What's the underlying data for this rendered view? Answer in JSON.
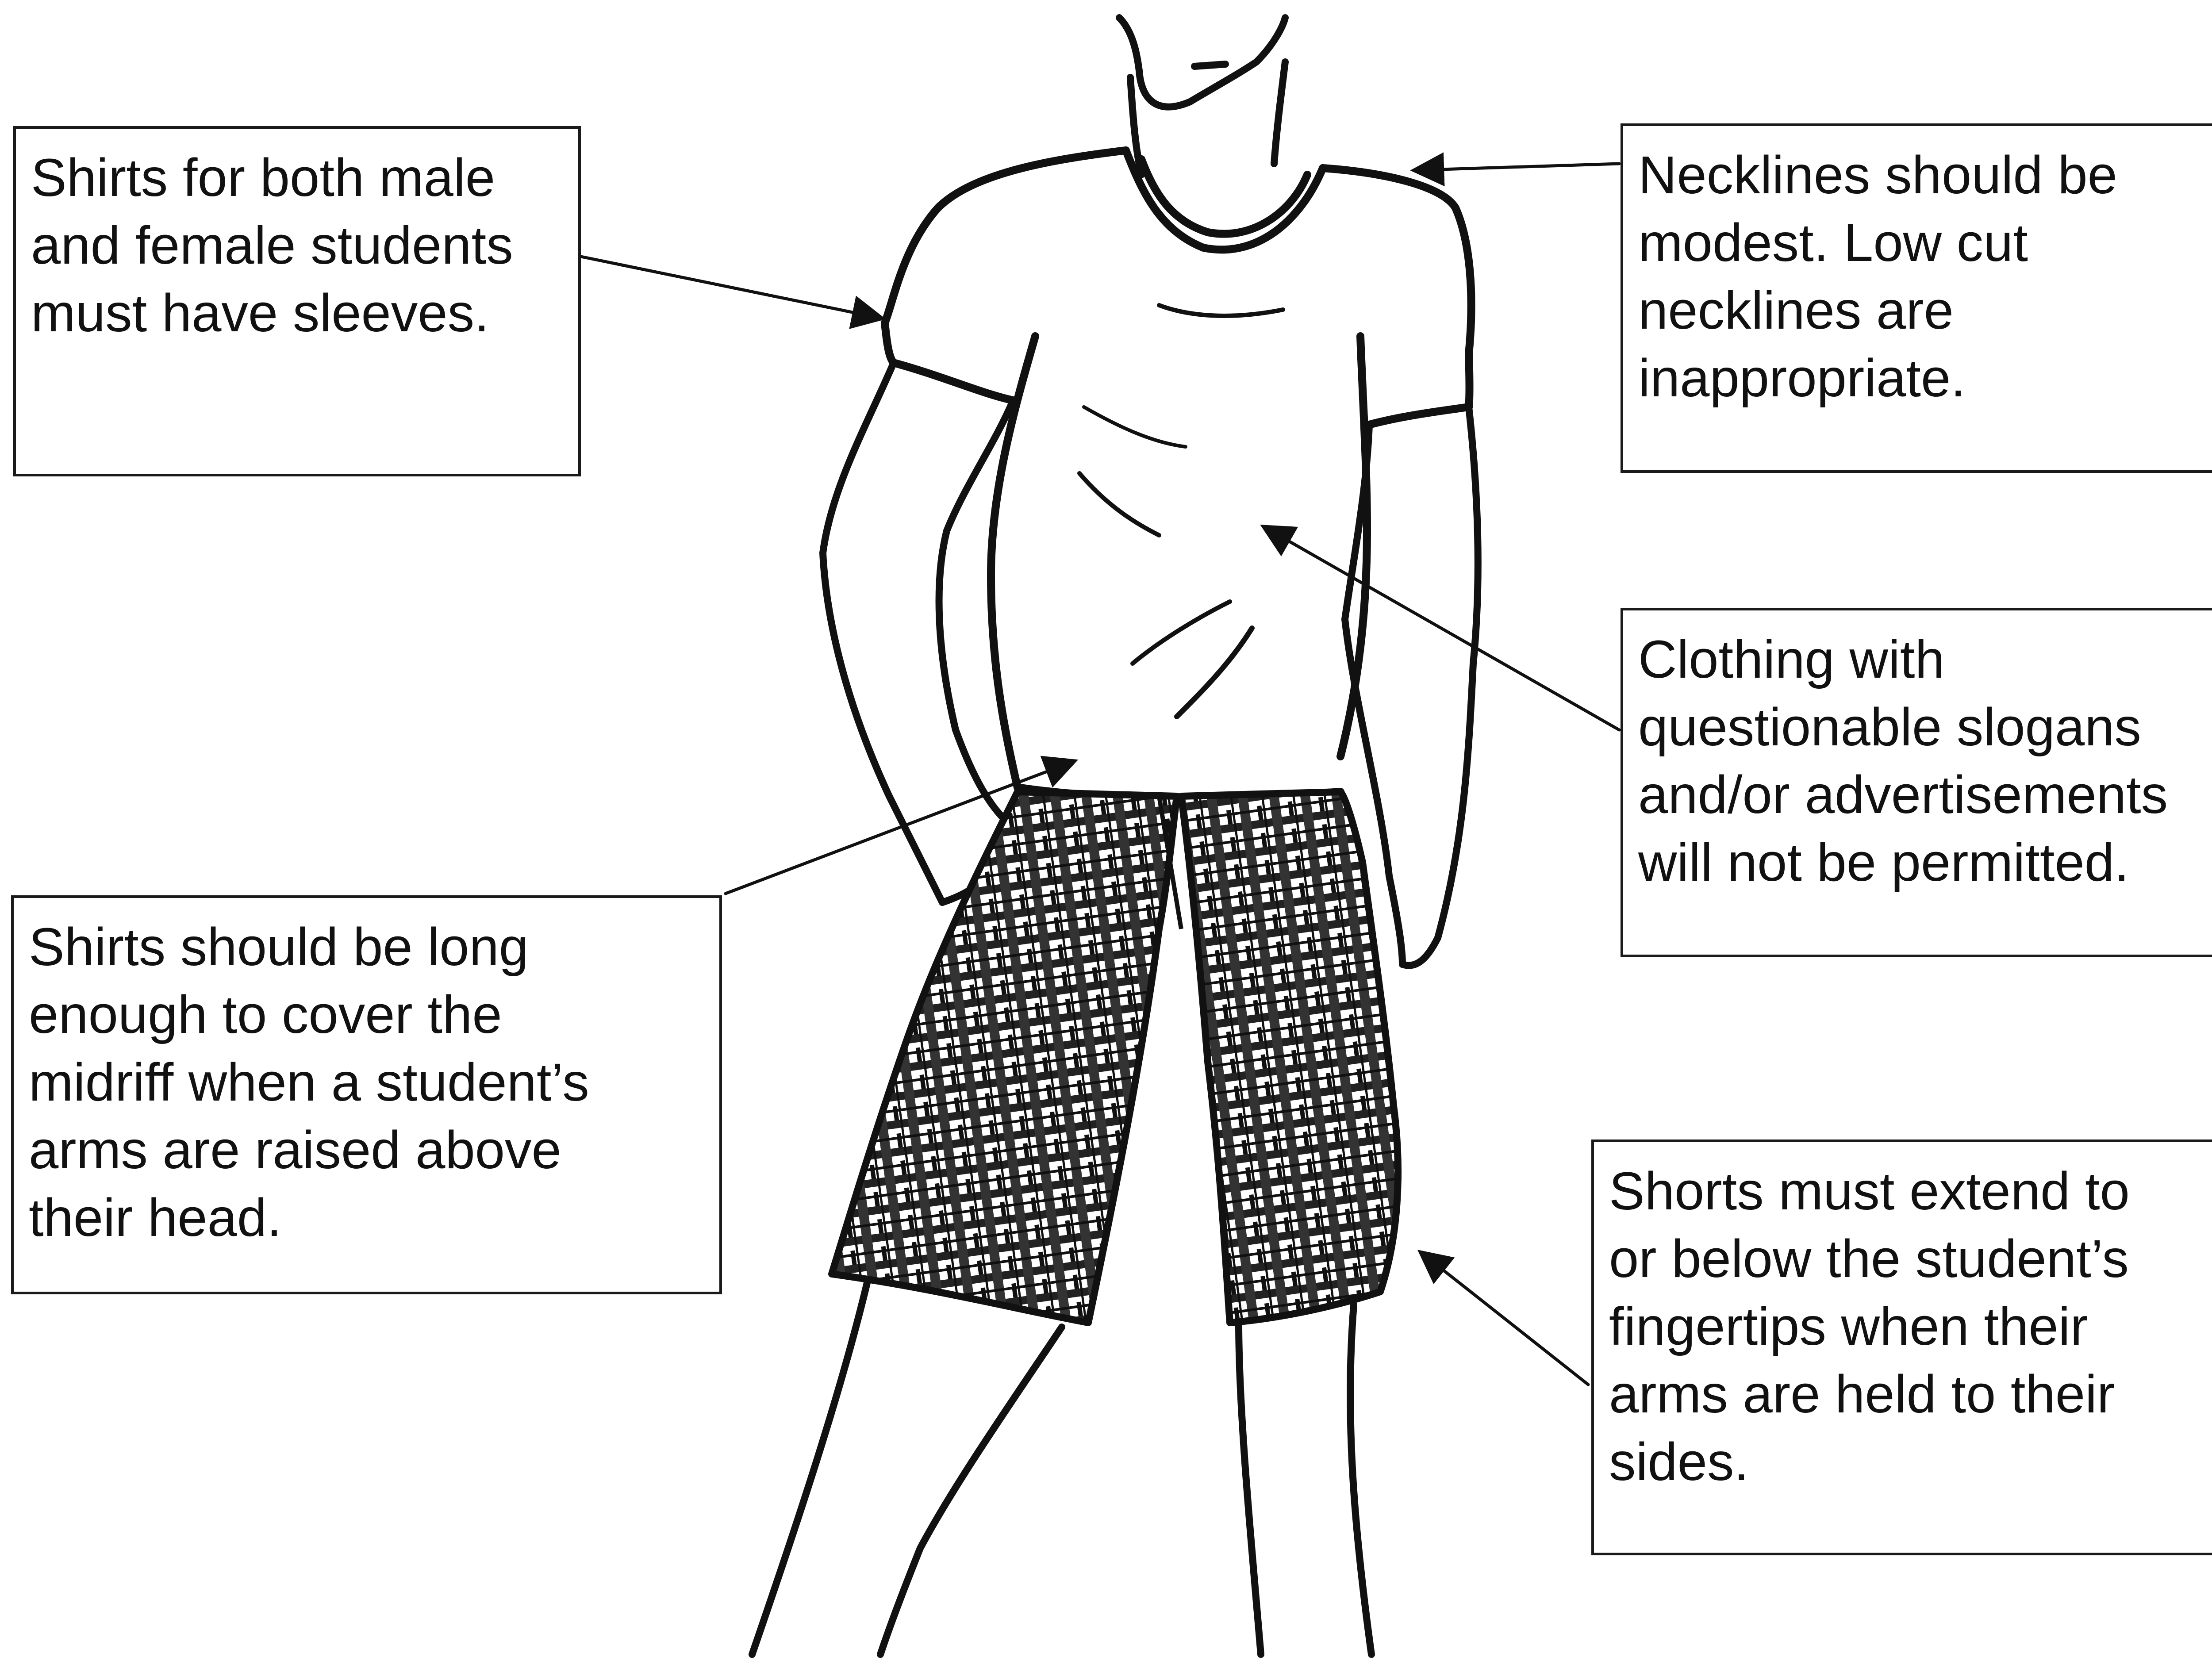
{
  "callouts": {
    "sleeves": {
      "lines": [
        "Shirts for both male",
        "and female students",
        "must have sleeves."
      ]
    },
    "neckline": {
      "lines": [
        "Necklines should be",
        "modest. Low cut",
        "necklines are",
        "inappropriate."
      ]
    },
    "slogans": {
      "lines": [
        "Clothing with",
        "questionable slogans",
        "and/or advertisements",
        "will not be permitted."
      ]
    },
    "midriff": {
      "lines": [
        "Shirts should be long",
        "enough to cover the",
        "midriff when a student’s",
        "arms are raised above",
        "their head."
      ]
    },
    "shorts": {
      "lines": [
        "Shorts must extend to",
        "or below the student’s",
        "fingertips when their",
        "arms are held to their",
        "sides."
      ]
    }
  },
  "figure": {
    "parts": [
      "head-neck",
      "t-shirt",
      "arms",
      "plaid-shorts",
      "legs"
    ]
  },
  "colors": {
    "ink": "#111111",
    "paper": "#ffffff"
  }
}
